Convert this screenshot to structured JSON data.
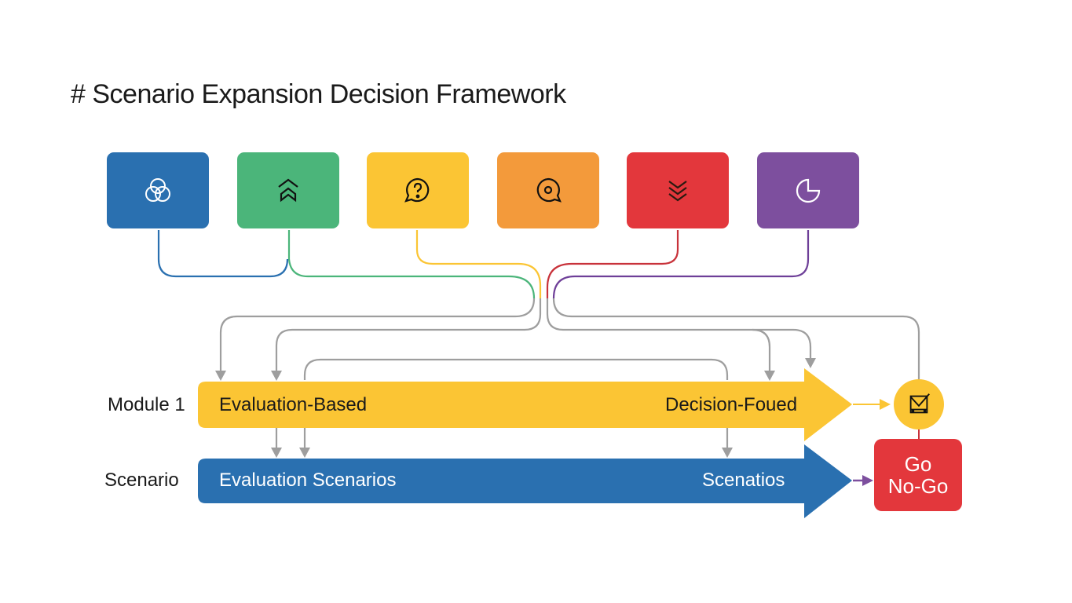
{
  "title": "# Scenario Expansion Decision Framework",
  "colors": {
    "blue": "#2a70b0",
    "green": "#4bb57a",
    "yellow": "#fbc534",
    "orange": "#f39a3b",
    "red": "#e3373c",
    "purple": "#7d4f9e",
    "connector_gray": "#9e9e9e"
  },
  "tiles": [
    {
      "id": "blue",
      "icon": "overlapping-circles-icon",
      "color": "#2a70b0"
    },
    {
      "id": "green",
      "icon": "double-chevron-up-icon",
      "color": "#4bb57a"
    },
    {
      "id": "yellow",
      "icon": "question-chat-bubble-icon",
      "color": "#fbc534"
    },
    {
      "id": "orange",
      "icon": "target-chat-bubble-icon",
      "color": "#f39a3b"
    },
    {
      "id": "red",
      "icon": "triple-chevron-down-icon",
      "color": "#e3373c"
    },
    {
      "id": "purple",
      "icon": "pie-chart-icon",
      "color": "#7d4f9e"
    }
  ],
  "rows": [
    {
      "label": "Module 1",
      "start_text": "Evaluation-Based",
      "end_text": "Decision-Foued",
      "color": "#fbc534"
    },
    {
      "label": "Scenario",
      "start_text": "Evaluation Scenarios",
      "end_text": "Scenatios",
      "color": "#2a70b0"
    }
  ],
  "decision": {
    "icon": "checked-box-icon",
    "line1": "Go",
    "line2": "No-Go"
  }
}
